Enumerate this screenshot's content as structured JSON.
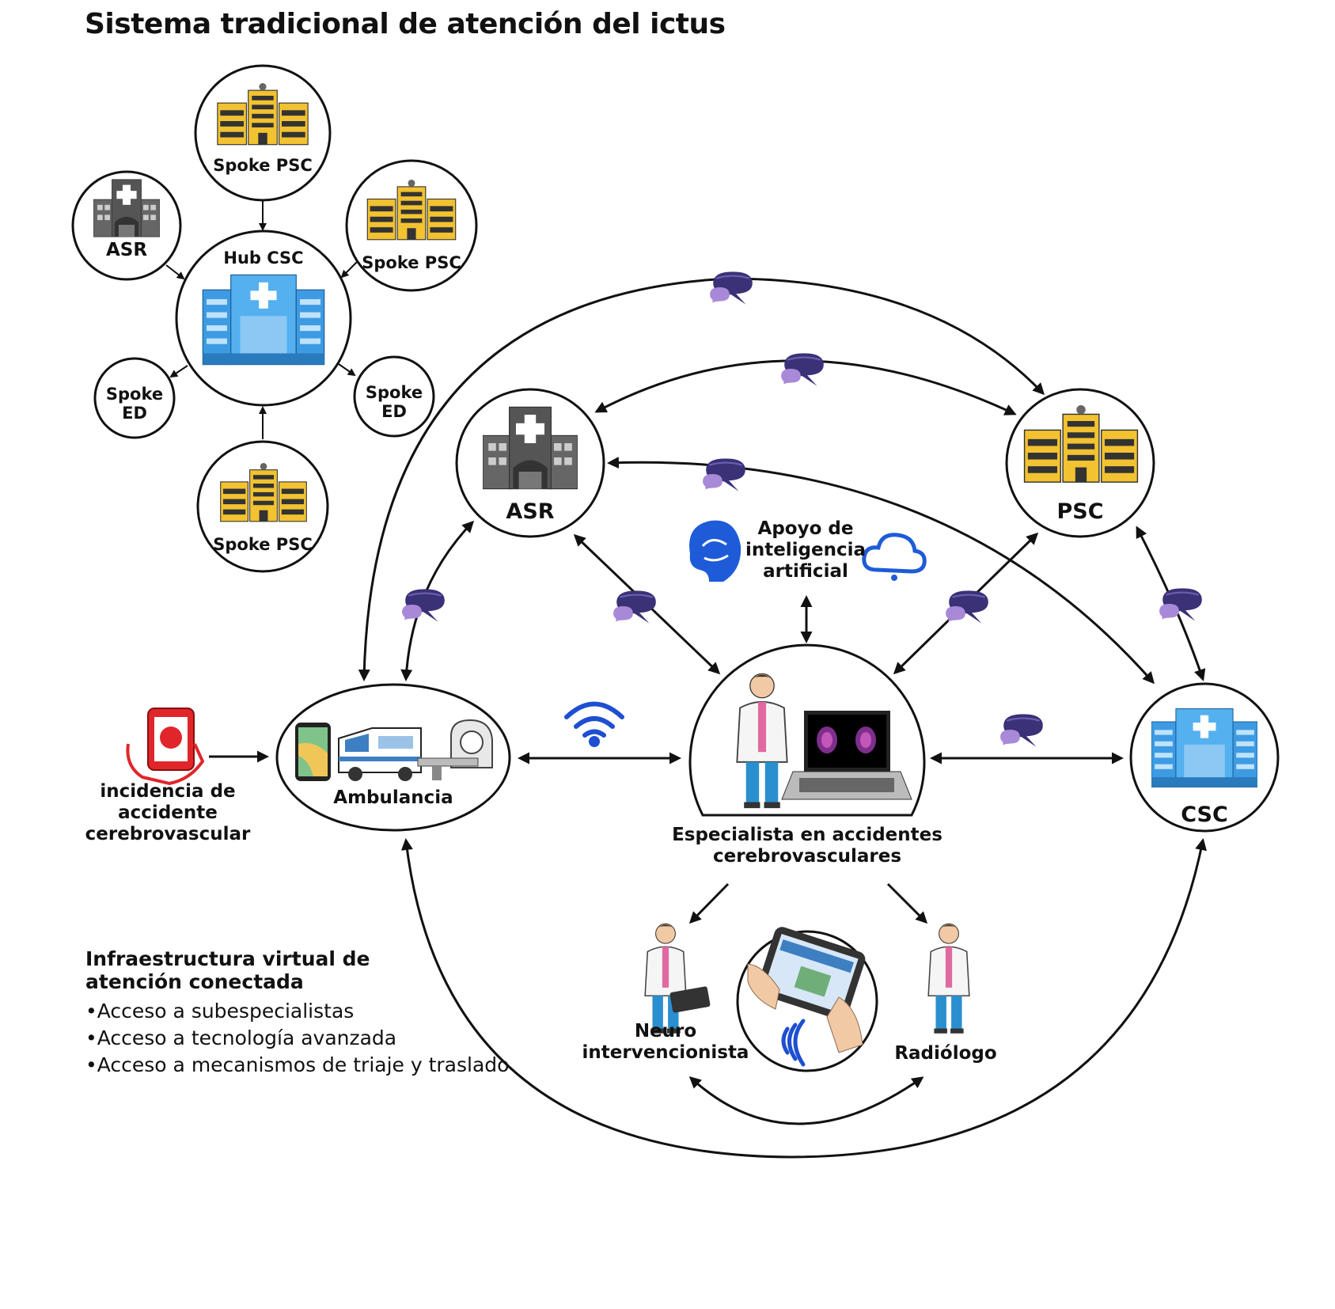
{
  "title": "Sistema tradicional de atención del ictus",
  "hub_spoke": {
    "hub": "Hub CSC",
    "asr": "ASR",
    "spoke_psc_top": "Spoke PSC",
    "spoke_psc_right": "Spoke PSC",
    "spoke_psc_bottom": "Spoke PSC",
    "spoke_ed_left": [
      "Spoke",
      "ED"
    ],
    "spoke_ed_right": [
      "Spoke",
      "ED"
    ]
  },
  "network": {
    "asr": "ASR",
    "psc": "PSC",
    "csc": "CSC",
    "ambulance": "Ambulancia",
    "incident": [
      "incidencia de",
      "accidente",
      "cerebrovascular"
    ],
    "ai": [
      "Apoyo de",
      "inteligencia",
      "artificial"
    ],
    "specialist": [
      "Especialista en accidentes",
      "cerebrovasculares"
    ],
    "neuro": [
      "Neuro",
      "intervencionista"
    ],
    "radiologist": "Radiólogo"
  },
  "infrastructure": {
    "heading": [
      "Infraestructura virtual de",
      "atención conectada"
    ],
    "items": [
      "•Acceso a subespecialistas",
      "•Acceso a tecnología avanzada",
      "•Acceso a mecanismos de triaje y traslado"
    ]
  },
  "colors": {
    "stroke": "#111111",
    "hospital_gray": "#555555",
    "psc_yellow": "#f2c230",
    "csc_blue": "#3d9be3",
    "chat_dark": "#3b3177",
    "chat_light": "#a889d8",
    "ai_blue": "#1e5bd8",
    "alert_red": "#e0262a"
  }
}
